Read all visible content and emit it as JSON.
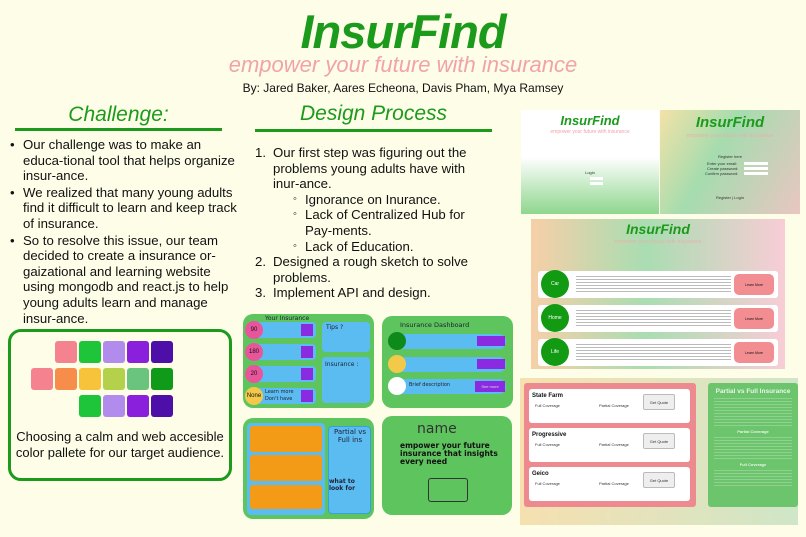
{
  "header": {
    "title": "InsurFind",
    "subtitle": "empower your future with insurance",
    "byline": "By: Jared Baker, Aares Echeona, Davis Pham, Mya Ramsey"
  },
  "challenge": {
    "heading": "Challenge:",
    "bullets": [
      "Our challenge was to make an educa-tional tool that helps organize insur-ance.",
      "We realized that many young adults find it difficult to learn and keep track of insurance.",
      " So to resolve this issue, our team decided to create a insurance or-gaizational and learning website using mongodb and react.js to help young adults learn and manage insur-ance."
    ]
  },
  "palette": {
    "caption": "Choosing a calm and web accesible color pallete for our target audience.",
    "rows": [
      [
        "#f4838f",
        "#1ec43a",
        "#b28ced",
        "#8a1fdc",
        "#4e0fa8"
      ],
      [
        "#f4838f",
        "#f68d4a",
        "#f6c33b",
        "#b3d14a",
        "#6ac47e",
        "#0f9a1a"
      ],
      [
        "#1ec43a",
        "#b28ced",
        "#8a1fdc",
        "#4e0fa8"
      ]
    ]
  },
  "design": {
    "heading": "Design Process",
    "steps": [
      {
        "num": "1.",
        "text": " Our first step was figuring out the problems young adults have with inur-ance.",
        "sub": [
          "Ignorance on Inurance.",
          "Lack of Centralized Hub for Pay-ments.",
          "Lack of Education."
        ]
      },
      {
        "num": "2.",
        "text": "Designed a rough sketch to solve problems."
      },
      {
        "num": "3.",
        "text": "Implement API and design."
      }
    ]
  },
  "sketches": {
    "s1": {
      "title": "Your Insurance",
      "items": [
        "90",
        "180",
        "20",
        "None"
      ],
      "learn": "Learn more",
      "dont": "Don't have",
      "tips": "Tips ?",
      "insurance": "Insurance :"
    },
    "s2": {
      "title": "Insurance Dashboard",
      "desc": "Brief description",
      "btn": "See more"
    },
    "s3": {
      "title": "Partial vs Full ins",
      "look": "what to look for"
    },
    "s4": {
      "name": "name",
      "slogan": "empower your future insurance that insights every need"
    }
  },
  "screens": {
    "login": {
      "title": "InsurFind",
      "subtitle": "empower your future with insurance",
      "label": "Login"
    },
    "register": {
      "title": "InsurFind",
      "subtitle": "empower your future with insurance",
      "label": "Register here",
      "email": "Enter your email:",
      "pw": "Create password:",
      "confirm": "Confirm password:",
      "btn": "Register | Login"
    },
    "main": {
      "title": "InsurFind",
      "subtitle": "empower your future with insurance",
      "cats": [
        "Car",
        "Home",
        "Life"
      ],
      "learn": "Learn More"
    },
    "compare": {
      "companies": [
        "State Farm",
        "Progressive",
        "Geico"
      ],
      "full": "Full Coverage",
      "partial": "Partial Coverage",
      "quote": "Get Quote",
      "side_title": "Partial vs Full Insurance",
      "side_partial": "Partial Coverage",
      "side_full": "Full Coverage"
    }
  }
}
